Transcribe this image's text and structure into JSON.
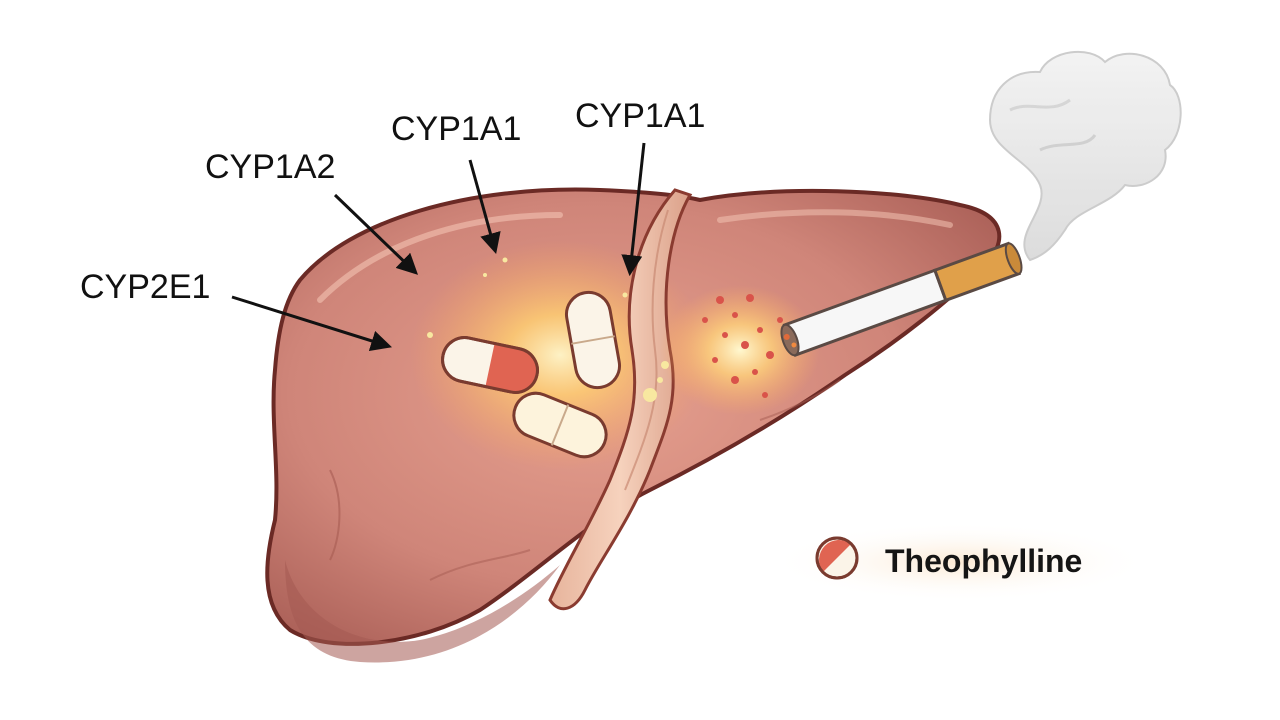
{
  "labels": {
    "cyp2e1": "CYP2E1",
    "cyp1a2": "CYP1A2",
    "cyp1a1_left": "CYP1A1",
    "cyp1a1_right": "CYP1A1"
  },
  "legend": {
    "label": "Theophylline"
  },
  "colors": {
    "liver": "#c97d72",
    "liver_outline": "#6b2a25",
    "glow": "#ffb347",
    "capsule_red": "#e06452",
    "cigarette_filter": "#e0a04a",
    "smoke": "#e8e8e8"
  }
}
